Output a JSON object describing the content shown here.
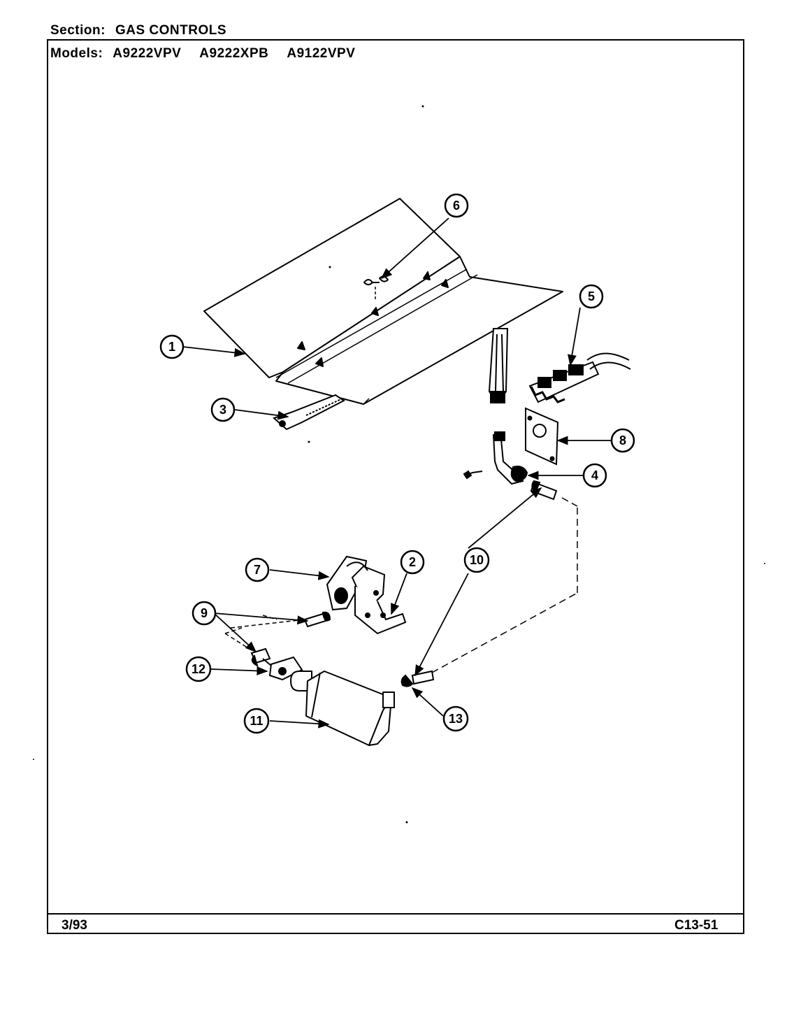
{
  "header": {
    "section_label": "Section:",
    "section_value": "GAS CONTROLS",
    "models_label": "Models:",
    "models": [
      "A9222VPV",
      "A9222XPB",
      "A9122VPV"
    ]
  },
  "footer": {
    "date": "3/93",
    "page_code": "C13-51"
  },
  "callouts": [
    "1",
    "2",
    "3",
    "4",
    "5",
    "6",
    "7",
    "8",
    "9",
    "10",
    "11",
    "12",
    "13"
  ]
}
